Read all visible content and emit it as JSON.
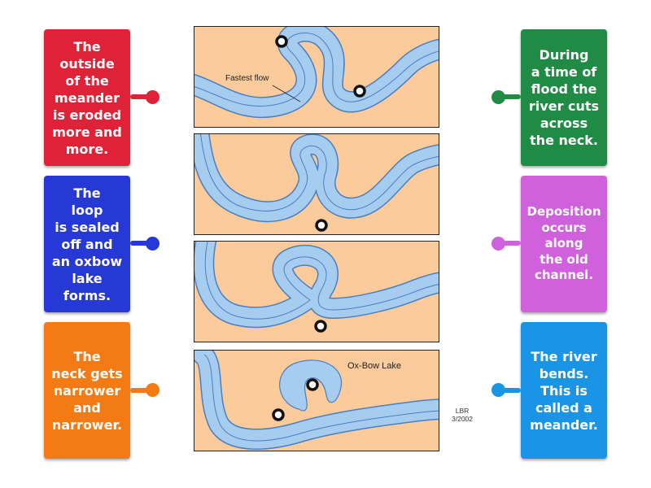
{
  "diagram": {
    "panel1_label": "Fastest flow",
    "panel4_label": "Ox-Bow Lake",
    "credit": "LBR\n3/2002",
    "water_color": "#a6cdf0",
    "land_color": "#fccb9b",
    "water_line_color": "#4a7fc1"
  },
  "left_cards": [
    {
      "text": "The\noutside\nof the\nmeander\nis eroded\nmore and\nmore.",
      "color": "#e02238"
    },
    {
      "text": "The\nloop\nis sealed\noff and\nan oxbow\nlake\nforms.",
      "color": "#2638d6"
    },
    {
      "text": "The\nneck gets\nnarrower\nand\nnarrower.",
      "color": "#f47a14"
    }
  ],
  "right_cards": [
    {
      "text": "During\na time of\nflood the\nriver cuts\nacross\nthe neck.",
      "color": "#1f8b45"
    },
    {
      "text": "Deposition\noccurs\nalong\nthe old\nchannel.",
      "color": "#cf62dc"
    },
    {
      "text": "The river\nbends.\nThis is\ncalled a\nmeander.",
      "color": "#1a95e6"
    }
  ]
}
